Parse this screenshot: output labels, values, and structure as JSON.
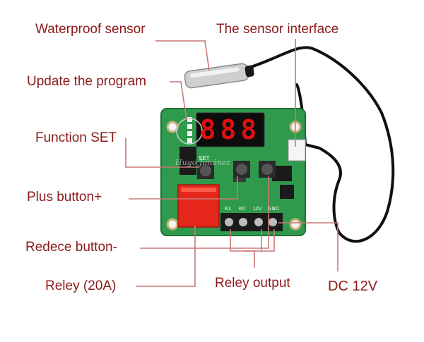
{
  "colors": {
    "label": "#8b1a1a",
    "leader_line": "#c87878",
    "pcb": "#2f9a4c",
    "display_red": "#e01010"
  },
  "labels": {
    "waterproof_sensor": "Waterproof sensor",
    "sensor_interface": "The sensor interface",
    "update_program": "Update the program",
    "function_set": "Function SET",
    "plus_button": "Plus button+",
    "reduce_button": "Redece button-",
    "relay": "Reley (20A)",
    "relay_output": "Reley output",
    "dc_12v": "DC 12V"
  },
  "board": {
    "display_digits": "888",
    "silk": {
      "set": "SET",
      "terminal_k1": "K1",
      "terminal_k0": "K0",
      "terminal_12v": "12V",
      "terminal_gnd": "GND"
    }
  },
  "watermark": "Hugo Jiménez"
}
